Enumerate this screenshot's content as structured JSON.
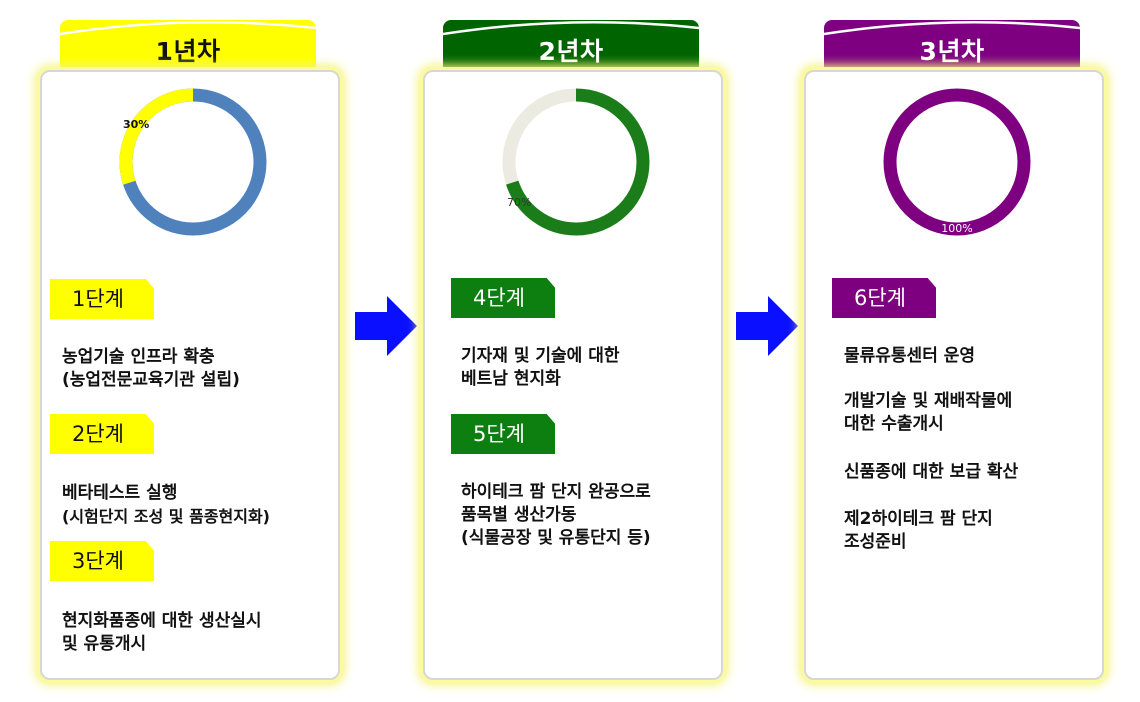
{
  "colors": {
    "year1": "#ffff00",
    "year2": "#006400",
    "year3": "#7e0080",
    "donut1_main": "#4f81bd",
    "donut2_rest": "#ecebe2",
    "donut2_main": "#1a7d1a",
    "arrow": "#0a10ff",
    "step2_bg": "#0d7f11"
  },
  "years": [
    {
      "title": "1년차",
      "donut": {
        "percent": 30,
        "label": "30%"
      },
      "steps": [
        {
          "label": "1단계",
          "lines": [
            "농업기술 인프라 확충",
            "(농업전문교육기관 설립)"
          ]
        },
        {
          "label": "2단계",
          "lines": [
            "베타테스트 실행",
            "(시험단지 조성 및 품종현지화)"
          ]
        },
        {
          "label": "3단계",
          "lines": [
            "현지화품종에 대한 생산실시",
            "및 유통개시"
          ]
        }
      ]
    },
    {
      "title": "2년차",
      "donut": {
        "percent": 70,
        "label": "70%"
      },
      "steps": [
        {
          "label": "4단계",
          "lines": [
            "기자재 및 기술에 대한",
            "베트남 현지화"
          ]
        },
        {
          "label": "5단계",
          "lines": [
            "하이테크 팜 단지 완공으로",
            "품목별 생산가동",
            "(식물공장 및 유통단지 등)"
          ]
        }
      ]
    },
    {
      "title": "3년차",
      "donut": {
        "percent": 100,
        "label": "100%"
      },
      "steps": [
        {
          "label": "6단계",
          "items": [
            [
              "물류유통센터 운영"
            ],
            [
              "개발기술 및 재배작물에",
              "대한 수출개시"
            ],
            [
              "신품종에 대한 보급 확산"
            ],
            [
              "제2하이테크 팜 단지",
              "조성준비"
            ]
          ]
        }
      ]
    }
  ]
}
